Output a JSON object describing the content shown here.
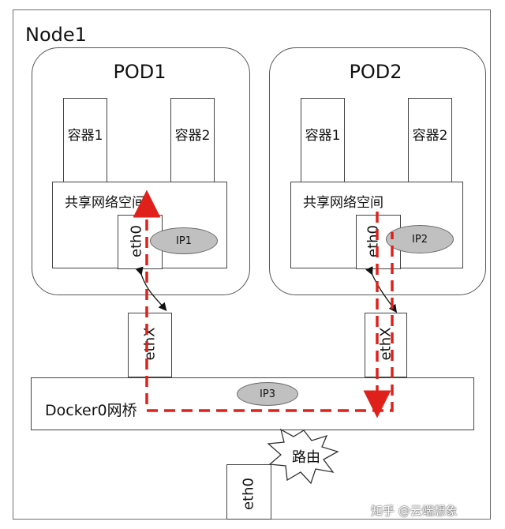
{
  "node": {
    "title": "Node1"
  },
  "pods": [
    {
      "title": "POD1",
      "containers": [
        "容器1",
        "容器2"
      ],
      "namespace_label": "共享网络空间",
      "eth": "eth0",
      "ip": "IP1",
      "veth": "ethX"
    },
    {
      "title": "POD2",
      "containers": [
        "容器1",
        "容器2"
      ],
      "namespace_label": "共享网络空间",
      "eth": "eth0",
      "ip": "IP2",
      "veth": "ethX"
    }
  ],
  "bridge": {
    "label": "Docker0网桥",
    "ip": "IP3"
  },
  "router": {
    "label": "路由"
  },
  "host_eth": "eth0",
  "watermark": "知乎 @云端想象",
  "colors": {
    "path": "#e0201b",
    "ip_fill": "#c0c0c0",
    "border": "#444444"
  }
}
